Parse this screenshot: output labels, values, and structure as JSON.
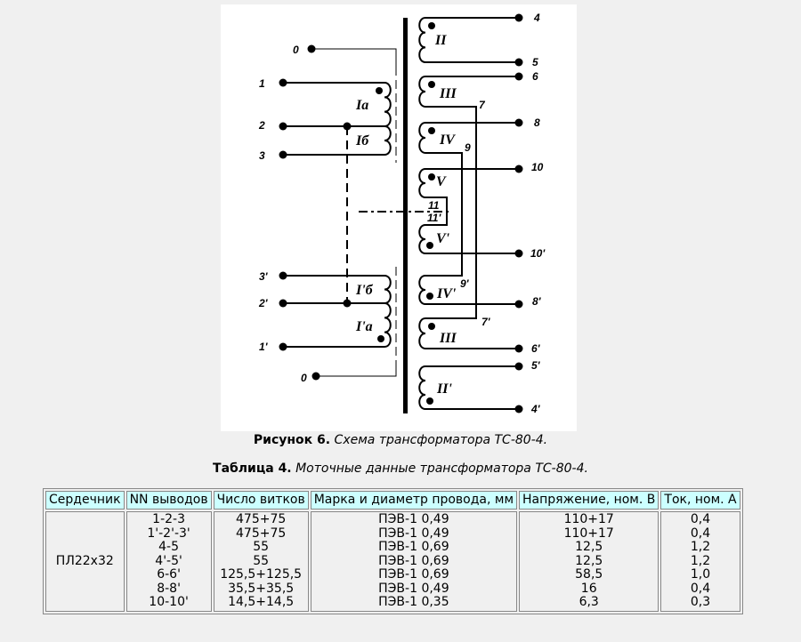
{
  "diagram": {
    "left_pins": {
      "p0_top": "0",
      "p1": "1",
      "p2": "2",
      "p3": "3",
      "p3s": "3'",
      "p2s": "2'",
      "p1s": "1'",
      "p0_bot": "0"
    },
    "right_pins": {
      "p4": "4",
      "p5": "5",
      "p6": "6",
      "p7": "7",
      "p8": "8",
      "p9": "9",
      "p10": "10",
      "p11": "11",
      "p11s": "11'",
      "p10s": "10'",
      "p9s": "9'",
      "p8s": "8'",
      "p7s": "7'",
      "p6s": "6'",
      "p5s": "5'",
      "p4s": "4'"
    },
    "windings": {
      "Ia": "Iа",
      "Ib": "Iб",
      "Ibs": "I'б",
      "Ias": "I'а",
      "II": "II",
      "III": "III",
      "IV": "IV",
      "V": "V",
      "Vs": "V'",
      "IVs": "IV'",
      "IIIs": "III",
      "IIs": "II'"
    }
  },
  "figure_caption": {
    "label": "Рисунок 6.",
    "text": " Схема трансформатора ТС-80-4."
  },
  "table_caption": {
    "label": "Таблица 4.",
    "text": " Моточные данные трансформатора ТС-80-4."
  },
  "table": {
    "headers": [
      "Сердечник",
      "NN выводов",
      "Число витков",
      "Марка и диаметр провода, мм",
      "Напряжение, ном. В",
      "Ток, ном. А"
    ],
    "core": "ПЛ22х32",
    "rows": [
      [
        "1-2-3",
        "475+75",
        "ПЭВ-1 0,49",
        "110+17",
        "0,4"
      ],
      [
        "1'-2'-3'",
        "475+75",
        "ПЭВ-1 0,49",
        "110+17",
        "0,4"
      ],
      [
        "4-5",
        "55",
        "ПЭВ-1 0,69",
        "12,5",
        "1,2"
      ],
      [
        "4'-5'",
        "55",
        "ПЭВ-1 0,69",
        "12,5",
        "1,2"
      ],
      [
        "6-6'",
        "125,5+125,5",
        "ПЭВ-1 0,69",
        "58,5",
        "1,0"
      ],
      [
        "8-8'",
        "35,5+35,5",
        "ПЭВ-1 0,49",
        "16",
        "0,4"
      ],
      [
        "10-10'",
        "14,5+14,5",
        "ПЭВ-1 0,35",
        "6,3",
        "0,3"
      ]
    ]
  }
}
